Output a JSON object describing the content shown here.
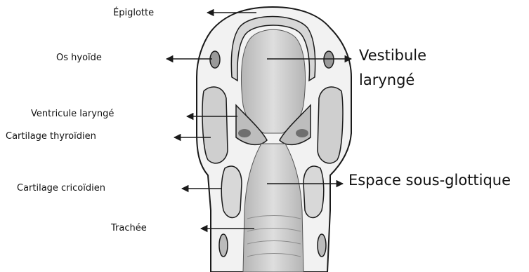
{
  "figure": {
    "labels": {
      "epiglotte": "Épiglotte",
      "os_hyoide": "Os hyoïde",
      "ventricule": "Ventricule laryngé",
      "cartilage_thyroidien": "Cartilage thyroïdien",
      "cartilage_cricoidien": "Cartilage cricoïdien",
      "trachee": "Trachée",
      "vestibule_line1": "Vestibule",
      "vestibule_line2": "laryngé",
      "espace_sous_glottique": "Espace sous-glottique"
    },
    "colors": {
      "ink": "#1a1a1a",
      "shading": "#c9c9c9",
      "dark_shading": "#8c8c8c",
      "background": "#ffffff"
    }
  }
}
